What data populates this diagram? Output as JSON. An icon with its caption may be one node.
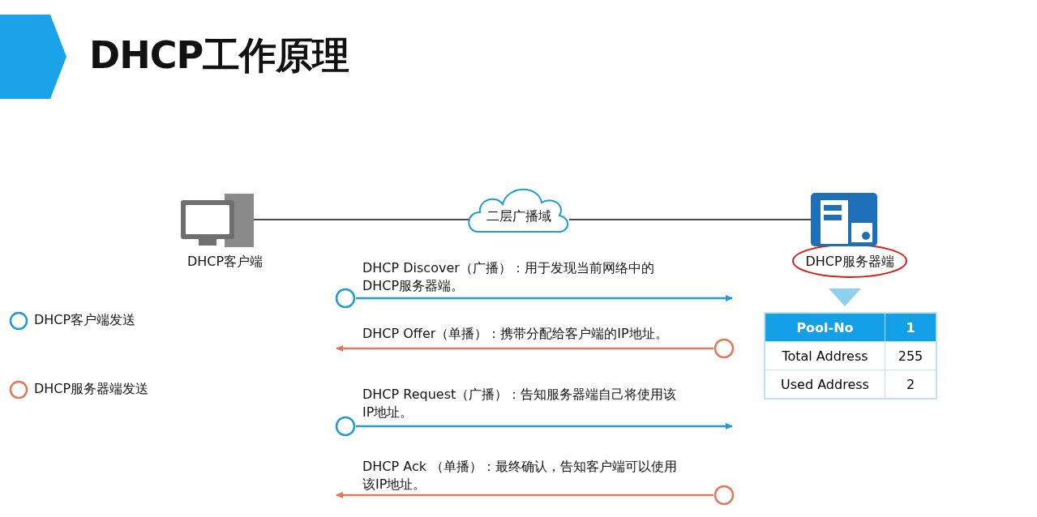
{
  "diagram": {
    "title": "DHCP工作原理",
    "nodes": [
      {
        "text": [
          "DHCP客户端"
        ]
      },
      {
        "text": [
          "二层广播域"
        ]
      },
      {
        "text": [
          "DHCP服务器端"
        ]
      },
      {
        "text": [],
        "shape": "circle"
      },
      {
        "text": [],
        "shape": "circle"
      },
      {
        "text": [],
        "shape": "circle"
      },
      {
        "text": [],
        "shape": "circle"
      }
    ],
    "edges": [
      {
        "from": 0,
        "to": 1,
        "arrow": "none"
      },
      {
        "from": 1,
        "to": 2,
        "arrow": "none"
      },
      {
        "from": 3,
        "to": null,
        "arrow": "to",
        "label": "DHCP Discover（广播）：用于发现当前网络中的DHCP服务器端。",
        "color": "#1f9bd7"
      },
      {
        "from": 4,
        "to": null,
        "arrow": "to",
        "label": "DHCP Offer（单播）：携带分配给客户端的IP地址。",
        "color": "#e2775a"
      },
      {
        "from": 5,
        "to": null,
        "arrow": "to",
        "label": "DHCP Request（广播）：告知服务器端自己将使用该IP地址。",
        "color": "#1f9bd7"
      },
      {
        "from": 6,
        "to": null,
        "arrow": "to",
        "label": "DHCP Ack （单播）：最终确认，告知客户端可以使用该IP地址。",
        "color": "#e2775a"
      }
    ],
    "labels": [
      "Pool-No",
      "1",
      "Total Address",
      "255",
      "Used Address",
      "2"
    ],
    "legend": [
      {
        "text": "DHCP客户端发送",
        "color": "#1f9bd7"
      },
      {
        "text": "DHCP服务器端发送",
        "color": "#e2775a"
      }
    ]
  }
}
